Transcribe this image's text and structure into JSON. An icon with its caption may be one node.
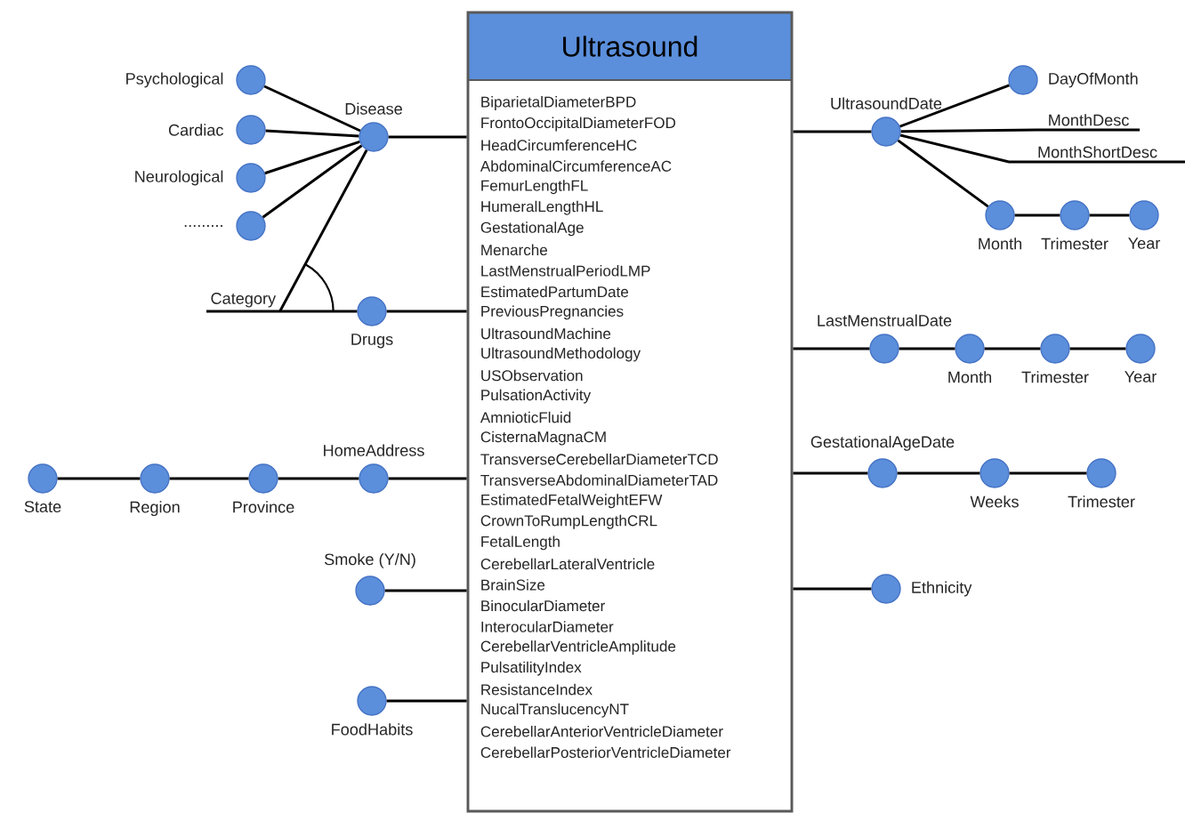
{
  "diagram": {
    "nodes": [
      {
        "text": [
          "Ultrasound",
          "BiparietalDiameterBPD",
          "FrontoOccipitalDiameterFOD",
          "HeadCircumferenceHC",
          "AbdominalCircumferenceAC",
          "FemurLengthFL",
          "HumeralLengthHL",
          "GestationalAge",
          "Menarche",
          "LastMenstrualPeriodLMP",
          "EstimatedPartumDate",
          "PreviousPregnancies",
          "UltrasoundMachine",
          "UltrasoundMethodology",
          "USObservation",
          "PulsationActivity",
          "AmnioticFluid",
          "CisternaMagnaCM",
          "TransverseCerebellarDiameterTCD",
          "TransverseAbdominalDiameterTAD",
          "EstimatedFetalWeightEFW",
          "CrownToRumpLengthCRL",
          "FetalLength",
          "CerebellarLateralVentricle",
          "BrainSize",
          "BinocularDiameter",
          "InterocularDiameter",
          "CerebellarVentricleAmplitude",
          "PulsatilityIndex",
          "ResistanceIndex",
          "NucalTranslucencyNT",
          "CerebellarAnteriorVentricleDiameter",
          "CerebellarPosteriorVentricleDiameter"
        ]
      },
      {
        "text": [
          "Psychological"
        ]
      },
      {
        "text": [
          "Cardiac"
        ]
      },
      {
        "text": [
          "Neurological"
        ]
      },
      {
        "text": [
          "........."
        ]
      },
      {
        "text": [
          "Disease"
        ]
      },
      {
        "text": [
          "Category"
        ]
      },
      {
        "text": [
          "Drugs"
        ]
      },
      {
        "text": [
          "State"
        ]
      },
      {
        "text": [
          "Region"
        ]
      },
      {
        "text": [
          "Province"
        ]
      },
      {
        "text": [
          "HomeAddress"
        ]
      },
      {
        "text": [
          "Smoke (Y/N)"
        ]
      },
      {
        "text": [
          "FoodHabits"
        ]
      },
      {
        "text": [
          "UltrasoundDate"
        ]
      },
      {
        "text": [
          "DayOfMonth"
        ]
      },
      {
        "text": [
          "MonthDesc"
        ]
      },
      {
        "text": [
          "MonthShortDesc"
        ]
      },
      {
        "text": [
          "Month"
        ]
      },
      {
        "text": [
          "Trimester"
        ]
      },
      {
        "text": [
          "Year"
        ]
      },
      {
        "text": [
          "LastMenstrualDate"
        ]
      },
      {
        "text": [
          "Month"
        ]
      },
      {
        "text": [
          "Trimester"
        ]
      },
      {
        "text": [
          "Year"
        ]
      },
      {
        "text": [
          "GestationalAgeDate"
        ]
      },
      {
        "text": [
          "Weeks"
        ]
      },
      {
        "text": [
          "Trimester"
        ]
      },
      {
        "text": [
          "Ethnicity"
        ]
      }
    ],
    "edges": [
      {
        "from": 0,
        "to": 5,
        "arrow": "none"
      },
      {
        "from": 5,
        "to": 1,
        "arrow": "none"
      },
      {
        "from": 5,
        "to": 2,
        "arrow": "none"
      },
      {
        "from": 5,
        "to": 3,
        "arrow": "none"
      },
      {
        "from": 5,
        "to": 4,
        "arrow": "none"
      },
      {
        "from": 5,
        "to": 6,
        "arrow": "none"
      },
      {
        "from": 0,
        "to": 7,
        "arrow": "none"
      },
      {
        "from": 7,
        "to": 6,
        "arrow": "none"
      },
      {
        "from": 0,
        "to": 11,
        "arrow": "none"
      },
      {
        "from": 11,
        "to": 10,
        "arrow": "none"
      },
      {
        "from": 10,
        "to": 9,
        "arrow": "none"
      },
      {
        "from": 9,
        "to": 8,
        "arrow": "none"
      },
      {
        "from": 0,
        "to": 12,
        "arrow": "none"
      },
      {
        "from": 0,
        "to": 13,
        "arrow": "none"
      },
      {
        "from": 0,
        "to": 14,
        "arrow": "none"
      },
      {
        "from": 14,
        "to": 15,
        "arrow": "none"
      },
      {
        "from": 14,
        "to": 16,
        "arrow": "none"
      },
      {
        "from": 14,
        "to": 17,
        "arrow": "none"
      },
      {
        "from": 14,
        "to": 18,
        "arrow": "none"
      },
      {
        "from": 18,
        "to": 19,
        "arrow": "none"
      },
      {
        "from": 19,
        "to": 20,
        "arrow": "none"
      },
      {
        "from": 0,
        "to": 21,
        "arrow": "none"
      },
      {
        "from": 21,
        "to": 22,
        "arrow": "none"
      },
      {
        "from": 22,
        "to": 23,
        "arrow": "none"
      },
      {
        "from": 23,
        "to": 24,
        "arrow": "none"
      },
      {
        "from": 0,
        "to": 25,
        "arrow": "none"
      },
      {
        "from": 25,
        "to": 26,
        "arrow": "none"
      },
      {
        "from": 26,
        "to": 27,
        "arrow": "none"
      },
      {
        "from": 0,
        "to": 28,
        "arrow": "none"
      }
    ]
  }
}
